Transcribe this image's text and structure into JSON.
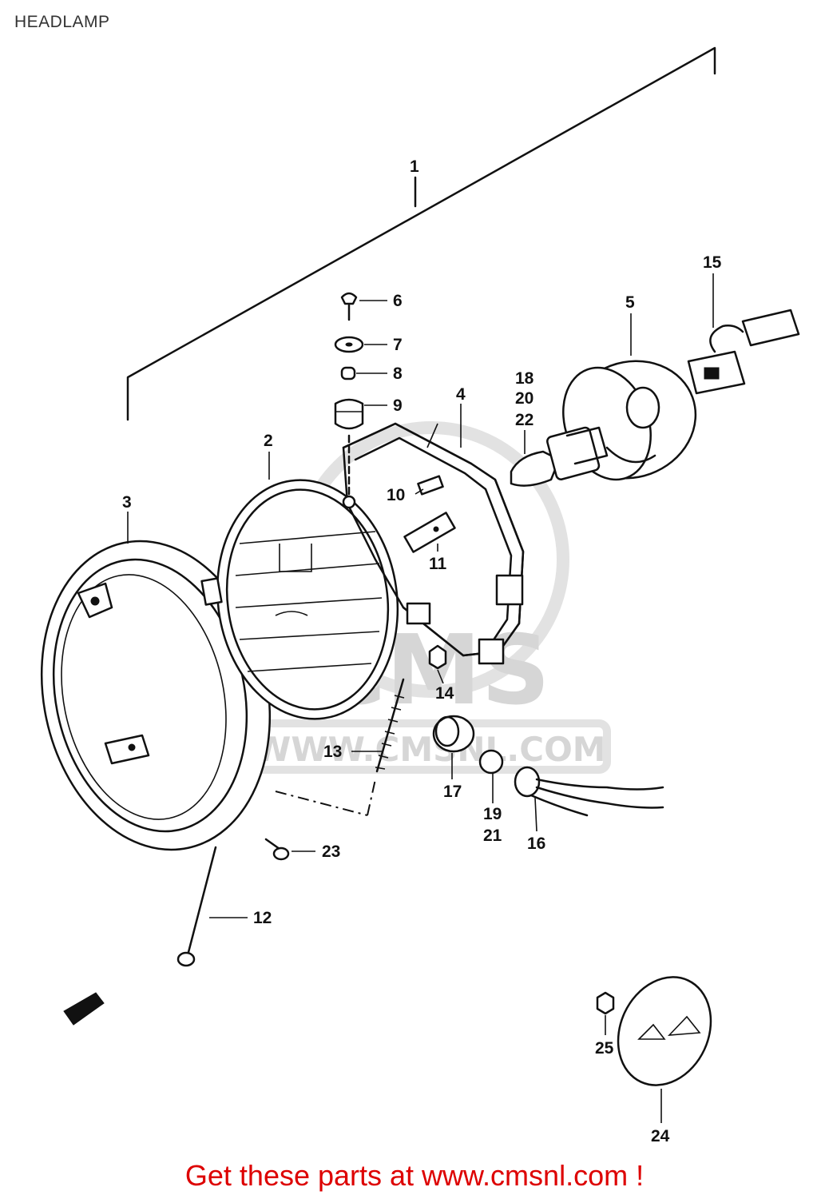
{
  "page": {
    "title": "HEADLAMP",
    "promo": "Get these parts at www.cmsnl.com !"
  },
  "watermark": {
    "logo": "CMS",
    "url": "WWW.CMSNL.COM"
  },
  "colors": {
    "promo": "#dd0000",
    "line": "#111111",
    "watermark": "#d6d6d6"
  },
  "callouts": {
    "p1": "1",
    "p2": "2",
    "p3": "3",
    "p4": "4",
    "p5": "5",
    "p6": "6",
    "p7": "7",
    "p8": "8",
    "p9": "9",
    "p10": "10",
    "p11": "11",
    "p12": "12",
    "p13": "13",
    "p14": "14",
    "p15": "15",
    "p16": "16",
    "p17": "17",
    "p18": "18",
    "p19": "19",
    "p20": "20",
    "p21": "21",
    "p22": "22",
    "p23": "23",
    "p24": "24",
    "p25": "25"
  }
}
